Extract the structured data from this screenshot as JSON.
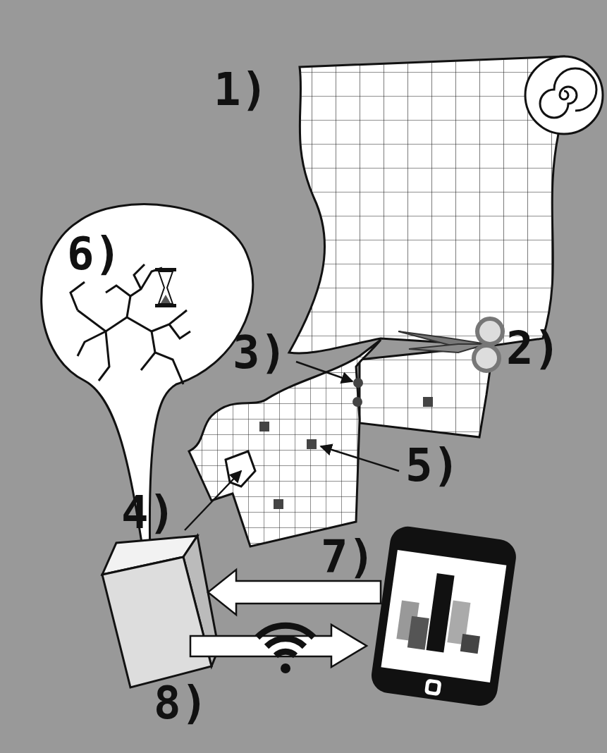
{
  "diagram": {
    "labels": [
      "1)",
      "2)",
      "3)",
      "4)",
      "5)",
      "6)",
      "7)",
      "8)"
    ]
  }
}
